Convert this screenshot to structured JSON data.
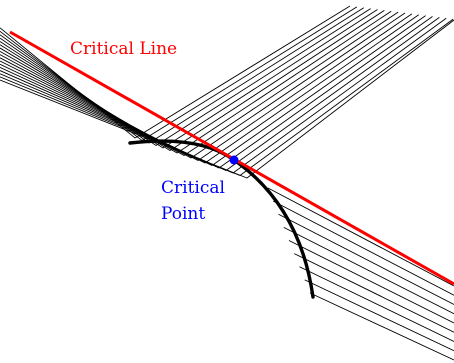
{
  "labels": {
    "critical_line": "Critical Line",
    "critical_point_line1": "Critical",
    "critical_point_line2": "Point"
  },
  "colors": {
    "critical_line": "#ff0000",
    "critical_point": "#0000ff",
    "curve": "#000000",
    "lines": "#000000",
    "background": "#ffffff"
  },
  "line_family": {
    "count_upper": 17,
    "count_lower": 9
  }
}
